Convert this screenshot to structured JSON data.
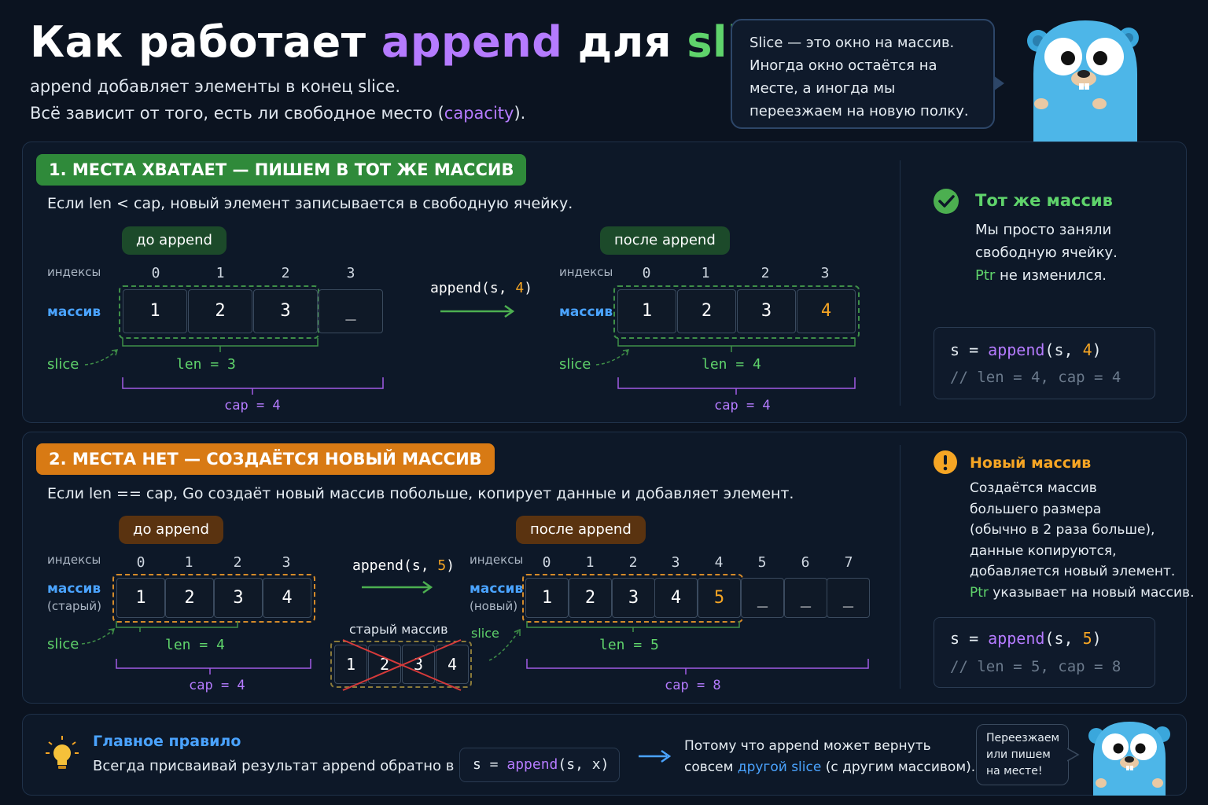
{
  "header": {
    "title_part1": "Как работает ",
    "title_append": "append",
    "title_part2": " для ",
    "title_slice": "slice",
    "line1": "append добавляет элементы в конец slice.",
    "line2_a": "Всё зависит от того, есть ли свободное место (",
    "line2_cap": "capacity",
    "line2_b": ")."
  },
  "bubble_top": {
    "text": "Slice — это окно на массив. Иногда окно остаётся на месте, а иногда мы переезжаем на новую полку."
  },
  "section1": {
    "badge": "1. МЕСТА ХВАТАЕТ — ПИШЕМ В ТОТ ЖЕ МАССИВ",
    "desc": "Если len < cap, новый элемент записывается в свободную ячейку.",
    "before_label": "до append",
    "after_label": "после append",
    "indices_label": "индексы",
    "array_label": "массив",
    "slice_label": "slice",
    "call_a": "append(s, ",
    "call_val": "4",
    "call_b": ")",
    "before_indices": [
      "0",
      "1",
      "2",
      "3"
    ],
    "before_cells": [
      "1",
      "2",
      "3",
      "_"
    ],
    "before_len": "len = 3",
    "before_cap": "cap = 4",
    "after_indices": [
      "0",
      "1",
      "2",
      "3"
    ],
    "after_cells": [
      "1",
      "2",
      "3",
      "4"
    ],
    "after_len": "len = 4",
    "after_cap": "cap = 4",
    "side_head": "Тот же массив",
    "side_line1": "Мы просто заняли",
    "side_line2": "свободную ячейку.",
    "side_ptr": "Ptr",
    "side_line3": " не изменился.",
    "code_s": "s",
    "code_eq": " = ",
    "code_fn": "append",
    "code_args_a": "(s, ",
    "code_val": "4",
    "code_args_b": ")",
    "code_comment": "// len = 4, cap = 4"
  },
  "section2": {
    "badge": "2. МЕСТА НЕТ — СОЗДАЁТСЯ НОВЫЙ МАССИВ",
    "desc": "Если len == cap, Go создаёт новый массив побольше, копирует данные и добавляет элемент.",
    "before_label": "до append",
    "after_label": "после append",
    "indices_label": "индексы",
    "array_label": "массив",
    "old_label": "(старый)",
    "new_label": "(новый)",
    "slice_label": "slice",
    "slice_label_new": "slice",
    "call_a": "append(s, ",
    "call_val": "5",
    "call_b": ")",
    "old_array_caption": "старый массив",
    "before_indices": [
      "0",
      "1",
      "2",
      "3"
    ],
    "before_cells": [
      "1",
      "2",
      "3",
      "4"
    ],
    "before_len": "len = 4",
    "before_cap": "cap = 4",
    "old_cells": [
      "1",
      "2",
      "3",
      "4"
    ],
    "after_indices": [
      "0",
      "1",
      "2",
      "3",
      "4",
      "5",
      "6",
      "7"
    ],
    "after_cells": [
      "1",
      "2",
      "3",
      "4",
      "5",
      "_",
      "_",
      "_"
    ],
    "after_len": "len = 5",
    "after_cap": "cap = 8",
    "side_head": "Новый массив",
    "side_lines": [
      "Создаётся массив",
      "большего размера",
      "(обычно в 2 раза больше),",
      "данные копируются,",
      "добавляется новый элемент."
    ],
    "side_ptr": "Ptr",
    "side_last": " указывает на новый массив.",
    "code_s": "s",
    "code_eq": " = ",
    "code_fn": "append",
    "code_args_a": "(s, ",
    "code_val": "5",
    "code_args_b": ")",
    "code_comment": "// len = 5, cap = 8"
  },
  "rule": {
    "head": "Главное правило",
    "text": "Всегда присваивай результат append обратно в slice:",
    "code_s": "s",
    "code_eq": " = ",
    "code_fn": "append",
    "code_args": "(s, x)",
    "because_1": "Потому что append может вернуть",
    "because_2a": "совсем ",
    "because_2b": "другой slice",
    "because_2c": " (с другим массивом).",
    "bubble": "Переезжаем или пишем на месте!"
  },
  "colors": {
    "green": "#5fd36b",
    "purple": "#b57bff",
    "orange": "#f5a524",
    "blue": "#4aa3ff"
  }
}
